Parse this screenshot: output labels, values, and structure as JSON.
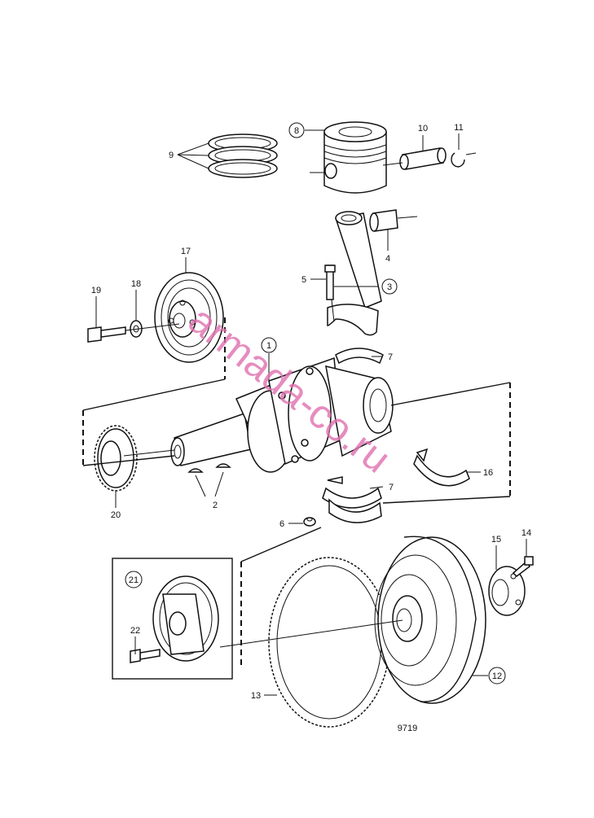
{
  "diagram": {
    "figure_number": "9719",
    "watermark": "armada-co.ru",
    "callouts": [
      {
        "id": "c1",
        "label": "1",
        "circled": true
      },
      {
        "id": "c2",
        "label": "2",
        "circled": false
      },
      {
        "id": "c3",
        "label": "3",
        "circled": true
      },
      {
        "id": "c4",
        "label": "4",
        "circled": false
      },
      {
        "id": "c5",
        "label": "5",
        "circled": false
      },
      {
        "id": "c6",
        "label": "6",
        "circled": false
      },
      {
        "id": "c7a",
        "label": "7",
        "circled": false
      },
      {
        "id": "c7b",
        "label": "7",
        "circled": false
      },
      {
        "id": "c8",
        "label": "8",
        "circled": true
      },
      {
        "id": "c9",
        "label": "9",
        "circled": false
      },
      {
        "id": "c10",
        "label": "10",
        "circled": false
      },
      {
        "id": "c11",
        "label": "11",
        "circled": false
      },
      {
        "id": "c12",
        "label": "12",
        "circled": true
      },
      {
        "id": "c13",
        "label": "13",
        "circled": false
      },
      {
        "id": "c14",
        "label": "14",
        "circled": false
      },
      {
        "id": "c15",
        "label": "15",
        "circled": false
      },
      {
        "id": "c16",
        "label": "16",
        "circled": false
      },
      {
        "id": "c17",
        "label": "17",
        "circled": false
      },
      {
        "id": "c18",
        "label": "18",
        "circled": false
      },
      {
        "id": "c19",
        "label": "19",
        "circled": false
      },
      {
        "id": "c20",
        "label": "20",
        "circled": false
      },
      {
        "id": "c21",
        "label": "21",
        "circled": true
      },
      {
        "id": "c22",
        "label": "22",
        "circled": false
      }
    ]
  }
}
